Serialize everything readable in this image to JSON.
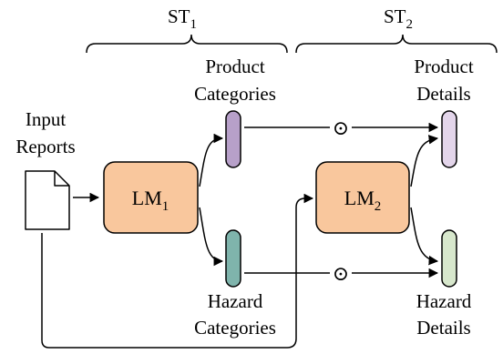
{
  "stages": {
    "st1": {
      "main": "ST",
      "sub": "1"
    },
    "st2": {
      "main": "ST",
      "sub": "2"
    }
  },
  "input": {
    "line1": "Input",
    "line2": "Reports"
  },
  "models": {
    "lm1": {
      "main": "LM",
      "sub": "1"
    },
    "lm2": {
      "main": "LM",
      "sub": "2"
    }
  },
  "outputs": {
    "product_categories": {
      "line1": "Product",
      "line2": "Categories"
    },
    "hazard_categories": {
      "line1": "Hazard",
      "line2": "Categories"
    },
    "product_details": {
      "line1": "Product",
      "line2": "Details"
    },
    "hazard_details": {
      "line1": "Hazard",
      "line2": "Details"
    }
  },
  "operators": {
    "product": "⊙",
    "hazard": "⊙"
  },
  "colors": {
    "lm_fill": "#F9C79D",
    "product_cat_fill": "#B7A0C9",
    "hazard_cat_fill": "#7FB4AC",
    "product_det_fill": "#E3D5EA",
    "hazard_det_fill": "#D7E7CC",
    "stroke": "#000000"
  }
}
